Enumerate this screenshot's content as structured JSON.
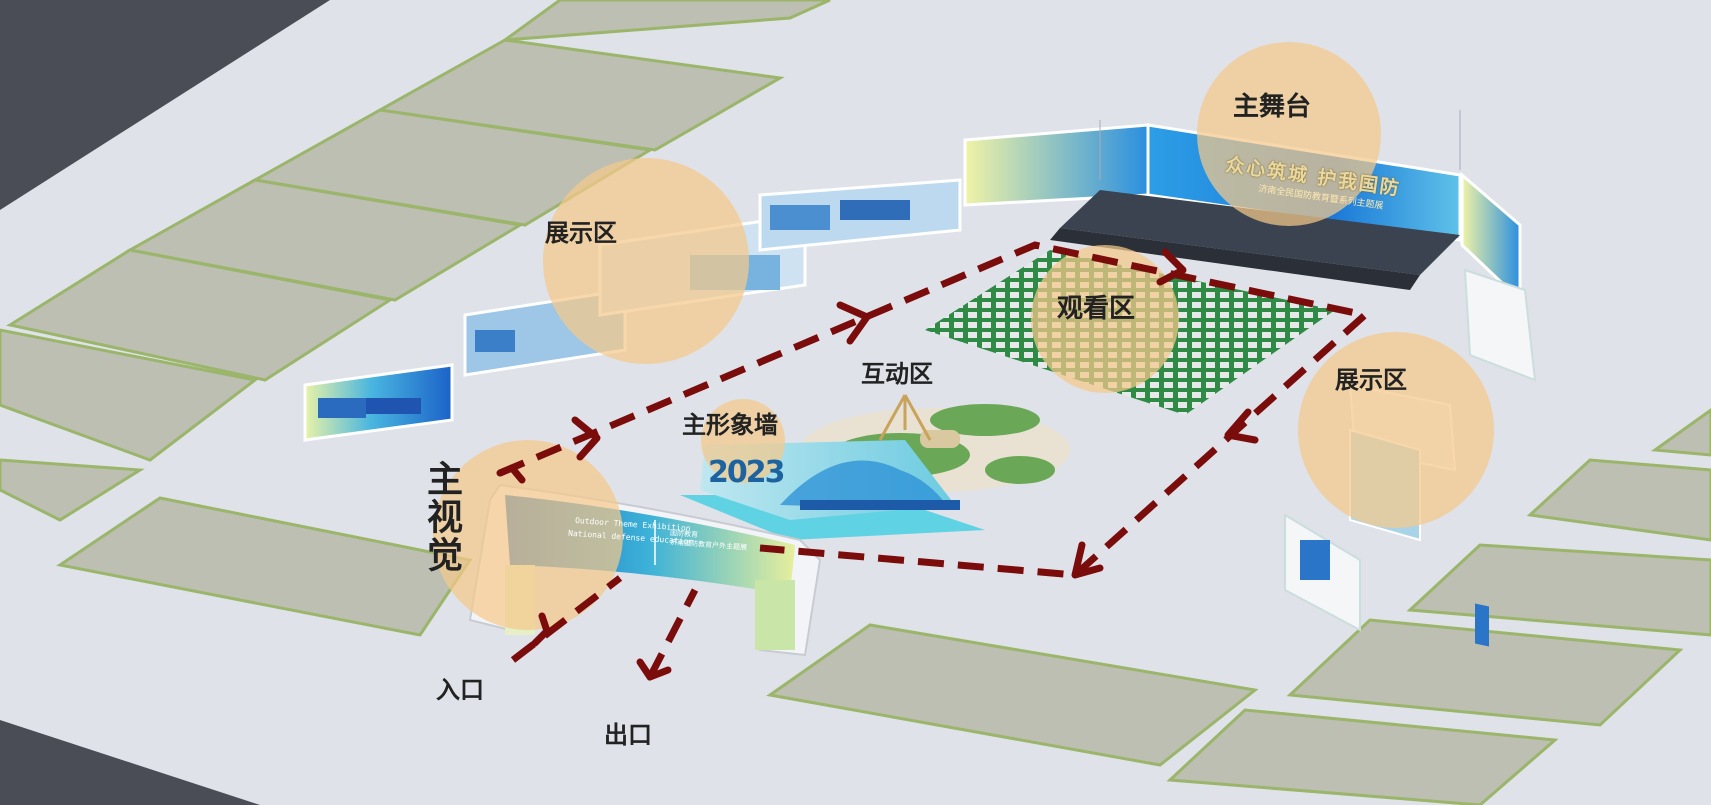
{
  "labels": {
    "main_stage": "主舞台",
    "display_left": "展示区",
    "viewing": "观看区",
    "interactive": "互动区",
    "image_wall": "主形象墙",
    "main_visual": "主视觉",
    "display_right": "展示区",
    "entrance": "入口",
    "exit": "出口"
  },
  "stage_banner": {
    "title": "众心筑城 护我国防",
    "subtitle": "济南全民国防教育暨系列主题展"
  },
  "gate": {
    "en_line1": "Outdoor Theme Exhibition",
    "en_line2": "National defense education",
    "cn_line1": "国防教育",
    "cn_line2": "济南国防教育户外主题展"
  },
  "wall": {
    "year": "2023"
  },
  "colors": {
    "ground": "#dfe2e8",
    "zone_circle": "#f5c98a",
    "route": "#7a0c0c",
    "lawn_plot": "#bcbfb2",
    "lawn_border": "#9bb56a",
    "seating_green": "#2f8a45",
    "panel_blue": "#2b8fd6"
  },
  "icons": [
    "route-arrow-icon",
    "entrance-arrow-icon",
    "exit-arrow-icon"
  ]
}
